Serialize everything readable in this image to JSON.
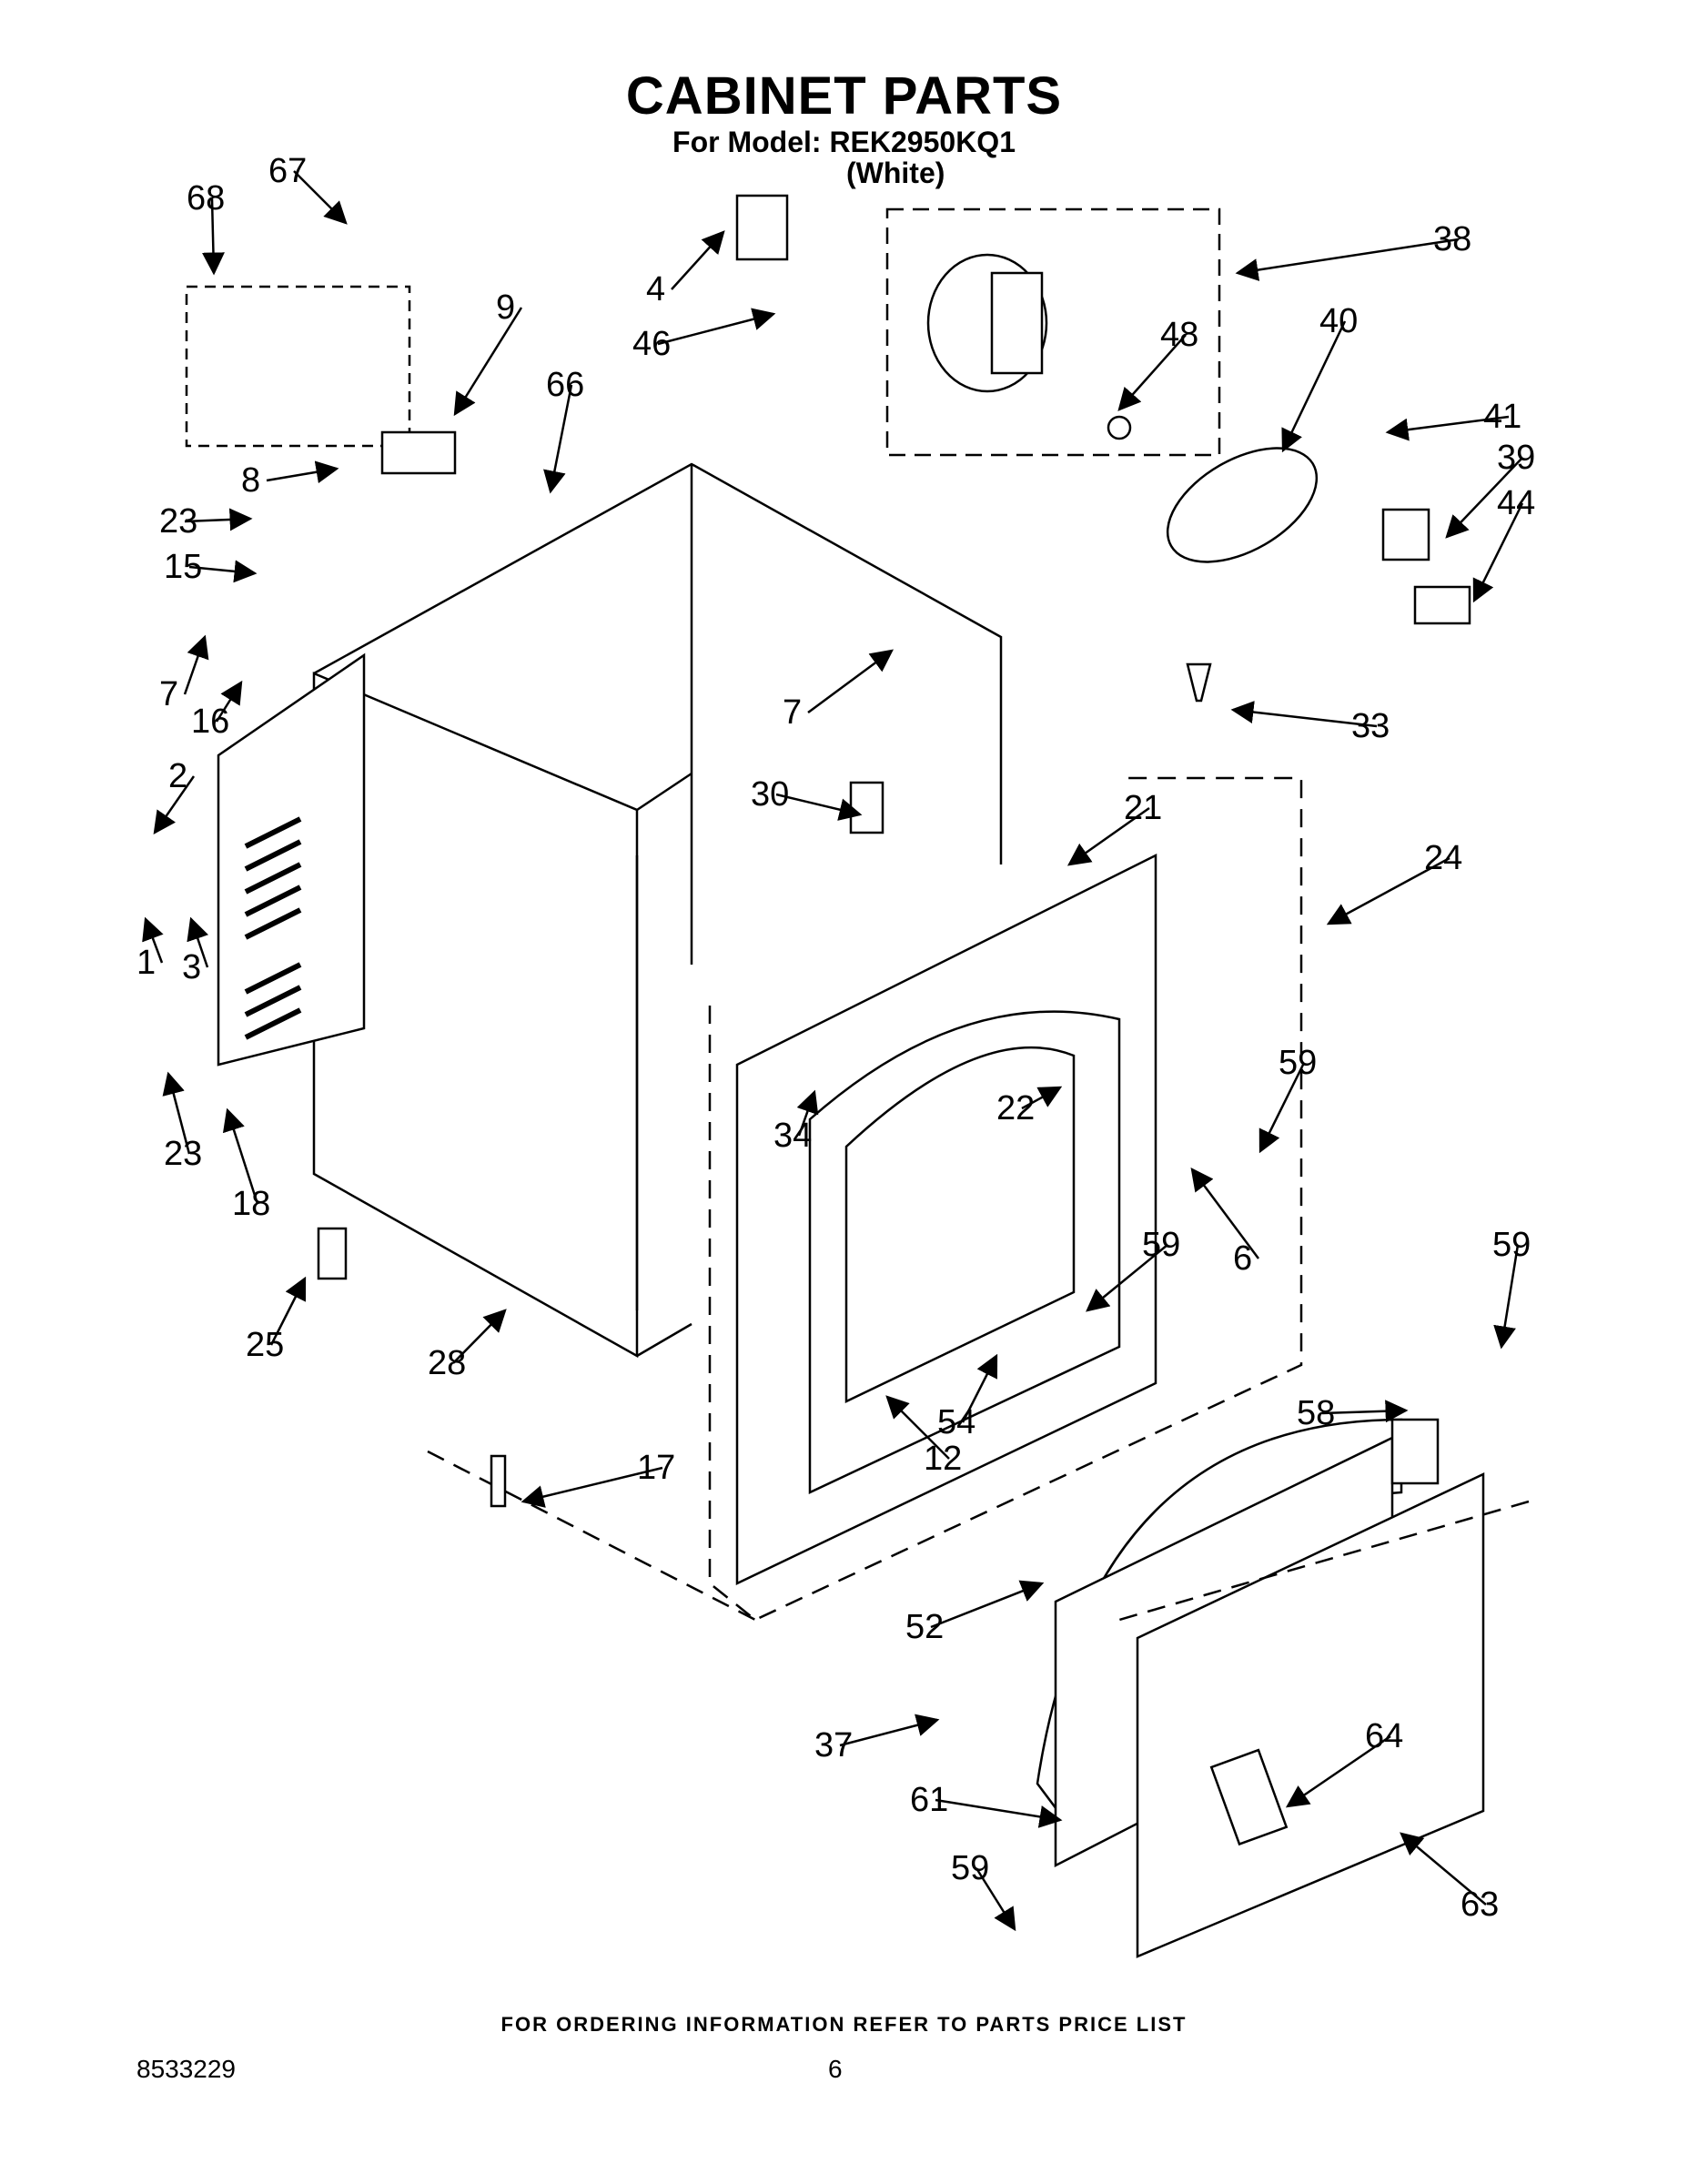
{
  "title": "CABINET PARTS",
  "model_line": "For Model: REK2950KQ1",
  "color_line": "(White)",
  "footer_note": "FOR ORDERING INFORMATION REFER TO PARTS PRICE LIST",
  "doc_number": "8533229",
  "page_number": "6",
  "callouts": [
    "68",
    "67",
    "9",
    "8",
    "23",
    "15",
    "7",
    "16",
    "2",
    "1",
    "3",
    "23",
    "18",
    "25",
    "28",
    "17",
    "66",
    "4",
    "46",
    "38",
    "48",
    "40",
    "41",
    "39",
    "44",
    "7",
    "30",
    "33",
    "21",
    "24",
    "59",
    "6",
    "22",
    "34",
    "59",
    "54",
    "12",
    "59",
    "58",
    "52",
    "37",
    "61",
    "59",
    "64",
    "63"
  ]
}
